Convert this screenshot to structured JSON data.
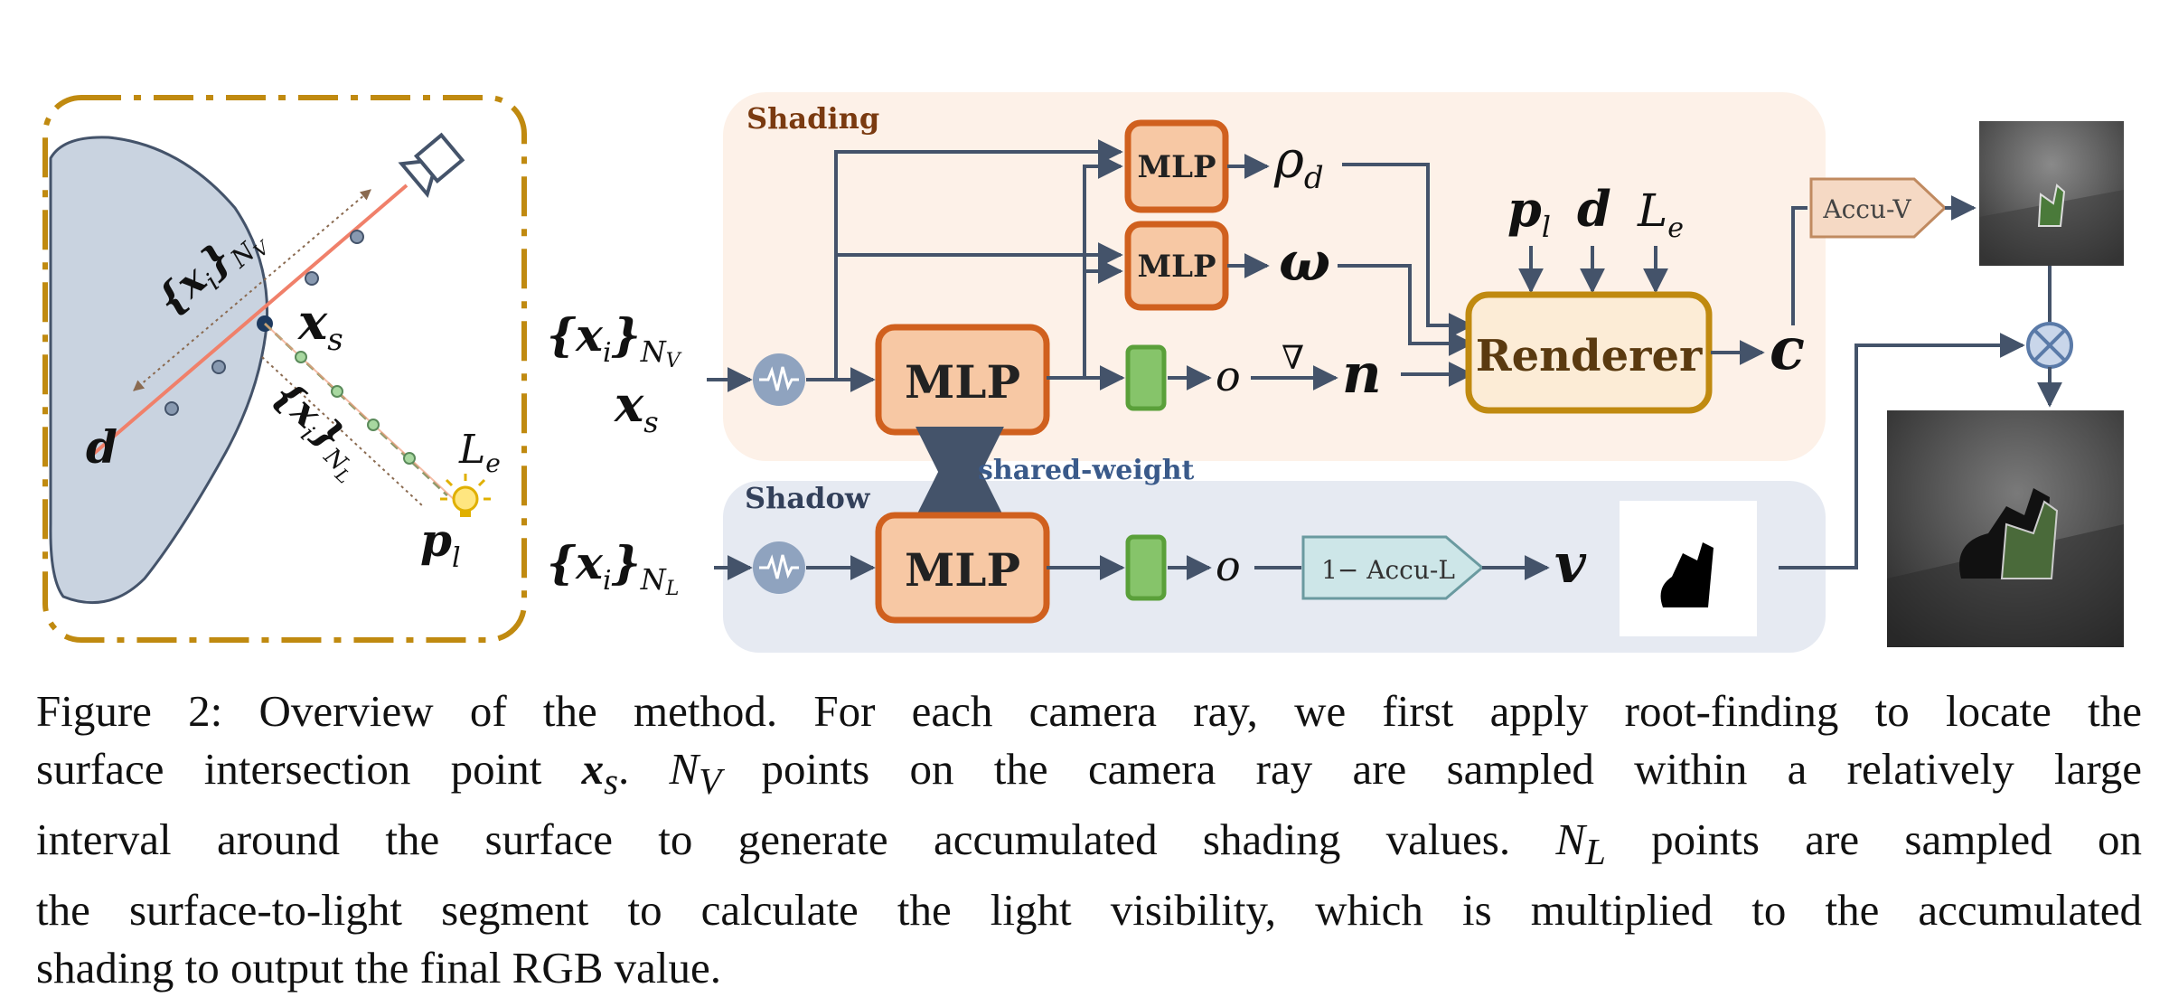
{
  "left_panel": {
    "labels": {
      "d": "d",
      "xs": "x",
      "xs_sub": "s",
      "xi_nv": "{x",
      "xi_nv_sub": "i",
      "xi_nv_close": "}",
      "xi_nv_n": "N",
      "xi_nv_nsub": "V",
      "xi_nl": "{x",
      "xi_nl_sub": "i",
      "xi_nl_close": "}",
      "xi_nl_n": "N",
      "xi_nl_nsub": "L",
      "Le": "L",
      "Le_sub": "e",
      "pl": "p",
      "pl_sub": "l"
    }
  },
  "shading": {
    "title": "Shading",
    "input_main": "{x",
    "input_main_sub": "i",
    "input_main_close": "}",
    "input_main_n": "N",
    "input_main_nsub": "V",
    "input_xs": "x",
    "input_xs_sub": "s",
    "mlp_big": "MLP",
    "mlp_top": "MLP",
    "mlp_mid": "MLP",
    "rho": "ρ",
    "rho_sub": "d",
    "omega": "ω",
    "o": "o",
    "nabla": "∇",
    "n": "n",
    "pl": "p",
    "pl_sub": "l",
    "d": "d",
    "Le": "L",
    "Le_sub": "e",
    "renderer": "Renderer",
    "c": "c",
    "accu_v": "Accu-V"
  },
  "shared_weight": "shared-weight",
  "shadow": {
    "title": "Shadow",
    "input": "{x",
    "input_sub": "i",
    "input_close": "}",
    "input_n": "N",
    "input_nsub": "L",
    "mlp": "MLP",
    "o": "o",
    "accu_l": "1− Accu-L",
    "v": "v"
  },
  "colors": {
    "shading_bg": "#fdf1e8",
    "shadow_bg": "#e6eaf2",
    "mlp_fill": "#f7c8a4",
    "mlp_stroke": "#d0601e",
    "renderer_fill": "#fcecd6",
    "renderer_stroke": "#c08a10",
    "arrow": "#44536a",
    "green": "#86c46a",
    "panel_border": "#c08a10",
    "blob": "#c9d3e0"
  },
  "caption": {
    "lines": [
      "Figure 2: Overview of the method. For each camera ray, we first apply root-finding to locate the",
      "surface intersection point x_s. N_V points on the camera ray are sampled within a relatively large",
      "interval around the surface to generate accumulated shading values. N_L points are sampled on",
      "the surface-to-light segment to calculate the light visibility, which is multiplied to the accumulated",
      "shading to output the final RGB value."
    ],
    "l1": "Figure 2: Overview of the method. For each camera ray, we first apply root-finding to locate the",
    "l2a": "surface intersection point ",
    "l2_xs": "x",
    "l2_xs_sub": "s",
    "l2b": ". ",
    "l2_nv": "N",
    "l2_nv_sub": "V",
    "l2c": " points on the camera ray are sampled within a relatively large",
    "l3a": "interval around the surface to generate accumulated shading values. ",
    "l3_nl": "N",
    "l3_nl_sub": "L",
    "l3b": " points are sampled on",
    "l4": "the surface-to-light segment to calculate the light visibility, which is multiplied to the accumulated",
    "l5": "shading to output the final RGB value."
  }
}
